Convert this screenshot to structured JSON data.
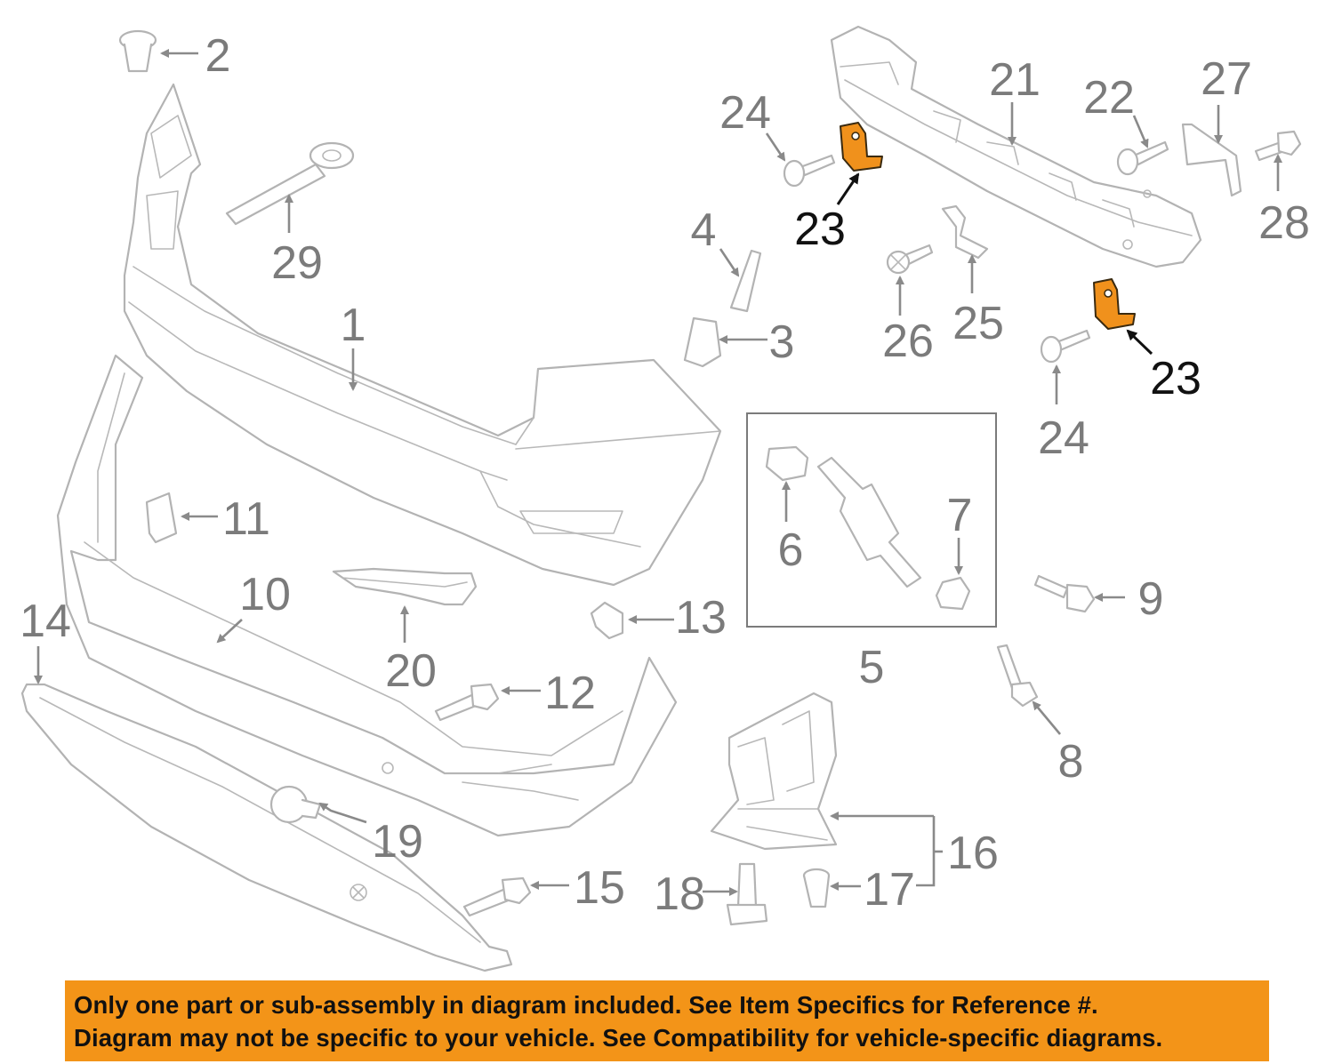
{
  "callouts": {
    "c1": "1",
    "c2": "2",
    "c3": "3",
    "c4": "4",
    "c5": "5",
    "c6": "6",
    "c7": "7",
    "c8": "8",
    "c9": "9",
    "c10": "10",
    "c11": "11",
    "c12": "12",
    "c13": "13",
    "c14": "14",
    "c15": "15",
    "c16": "16",
    "c17": "17",
    "c18": "18",
    "c19": "19",
    "c20": "20",
    "c21": "21",
    "c22": "22",
    "c23a": "23",
    "c23b": "23",
    "c24a": "24",
    "c24b": "24",
    "c25": "25",
    "c26": "26",
    "c27": "27",
    "c28": "28",
    "c29": "29"
  },
  "highlighted_part": "23",
  "colors": {
    "highlight": "#f0911c",
    "banner": "#f39418",
    "callout": "#7b7b7b"
  },
  "banner": {
    "line1": "Only one part or sub-assembly in diagram included. See Item Specifics for Reference #.",
    "line2": "Diagram may not be specific to your vehicle. See Compatibility for vehicle-specific diagrams."
  }
}
